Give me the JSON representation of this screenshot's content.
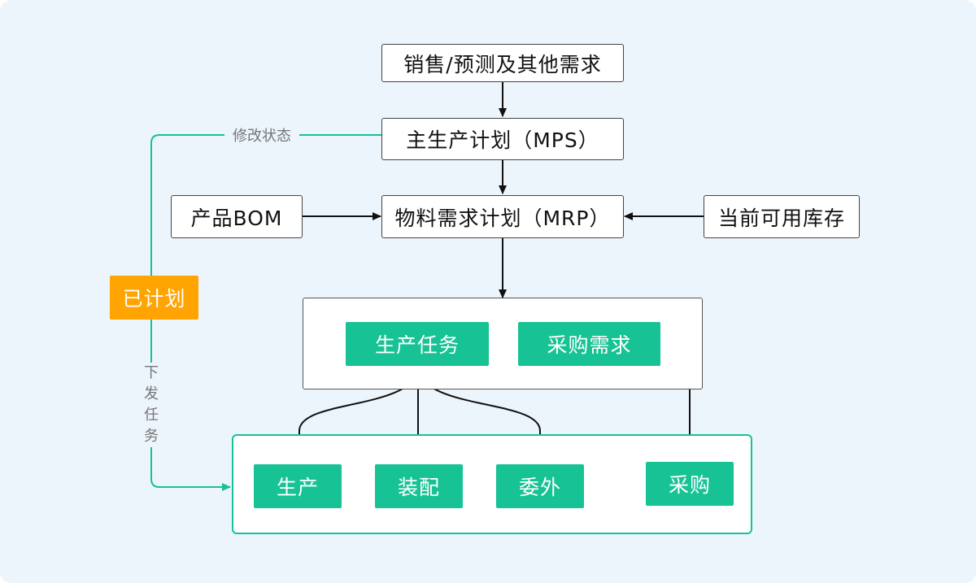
{
  "nodes": {
    "sales": "销售/预测及其他需求",
    "mps": "主生产计划（MPS）",
    "mrp": "物料需求计划（MRP）",
    "bom": "产品BOM",
    "inventory": "当前可用库存",
    "planned": "已计划",
    "prod_task": "生产任务",
    "purch_req": "采购需求",
    "production": "生产",
    "assembly": "装配",
    "outsourcing": "委外",
    "purchase": "采购"
  },
  "edge_labels": {
    "modify_status": "修改状态",
    "issue_task": [
      "下",
      "发",
      "任",
      "务"
    ]
  },
  "colors": {
    "background": "#ecf4fc",
    "green": "#17c294",
    "orange": "#ffa400",
    "arrow": "#111111",
    "label": "#777777"
  }
}
